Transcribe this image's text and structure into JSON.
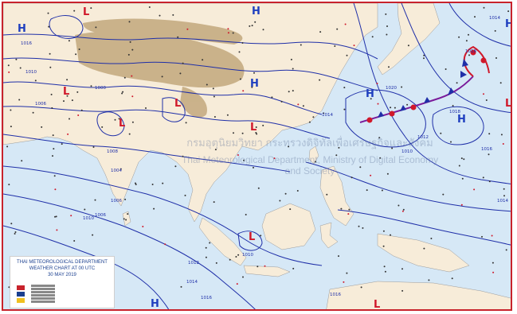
{
  "legend": {
    "line1": "THAI METEOROLOGICAL DEPARTMENT",
    "line2": "WEATHER CHART AT 00 UTC",
    "line3": "30 MAY 2019"
  },
  "watermark": {
    "thai": "กรมอุตุนิยมวิทยา กระทรวงดิจิทัลเพื่อเศรษฐกิจและสังคม",
    "english": "Thai Meteorological Department, Ministry of Digital Economy and Society"
  },
  "pressure_centers": [
    {
      "type": "H",
      "color": "#1f3fbf"
    },
    {
      "type": "L",
      "color": "#d0182a"
    },
    {
      "type": "H",
      "color": "#1f3fbf"
    },
    {
      "type": "L",
      "color": "#d0182a"
    },
    {
      "type": "L",
      "color": "#d0182a"
    },
    {
      "type": "H",
      "color": "#1f3fbf"
    },
    {
      "type": "L",
      "color": "#d0182a"
    },
    {
      "type": "L",
      "color": "#d0182a"
    },
    {
      "type": "H",
      "color": "#1f3fbf"
    },
    {
      "type": "H",
      "color": "#1f3fbf"
    },
    {
      "type": "H",
      "color": "#1f3fbf"
    },
    {
      "type": "L",
      "color": "#d0182a"
    },
    {
      "type": "H",
      "color": "#1f3fbf"
    },
    {
      "type": "L",
      "color": "#d0182a"
    },
    {
      "type": "L",
      "color": "#d0182a"
    }
  ],
  "isobar_labels": [
    "1016",
    "1010",
    "1000",
    "1006",
    "1008",
    "1004",
    "1006",
    "1010",
    "1012",
    "1014",
    "1014",
    "1016",
    "1012",
    "1010",
    "1020",
    "1018",
    "1016",
    "1014",
    "1016",
    "1010",
    "1006",
    "1018",
    "1014"
  ],
  "colors": {
    "sea": "#d6e8f6",
    "land": "#f7ecd9",
    "mountain": "#b89a6a",
    "isobar": "#1f2fa8",
    "border": "#c8232c",
    "high": "#1f3fbf",
    "low": "#d0182a"
  },
  "icons": {
    "front": "stationary-front-icon",
    "logo": "tmd-logo-icon"
  }
}
